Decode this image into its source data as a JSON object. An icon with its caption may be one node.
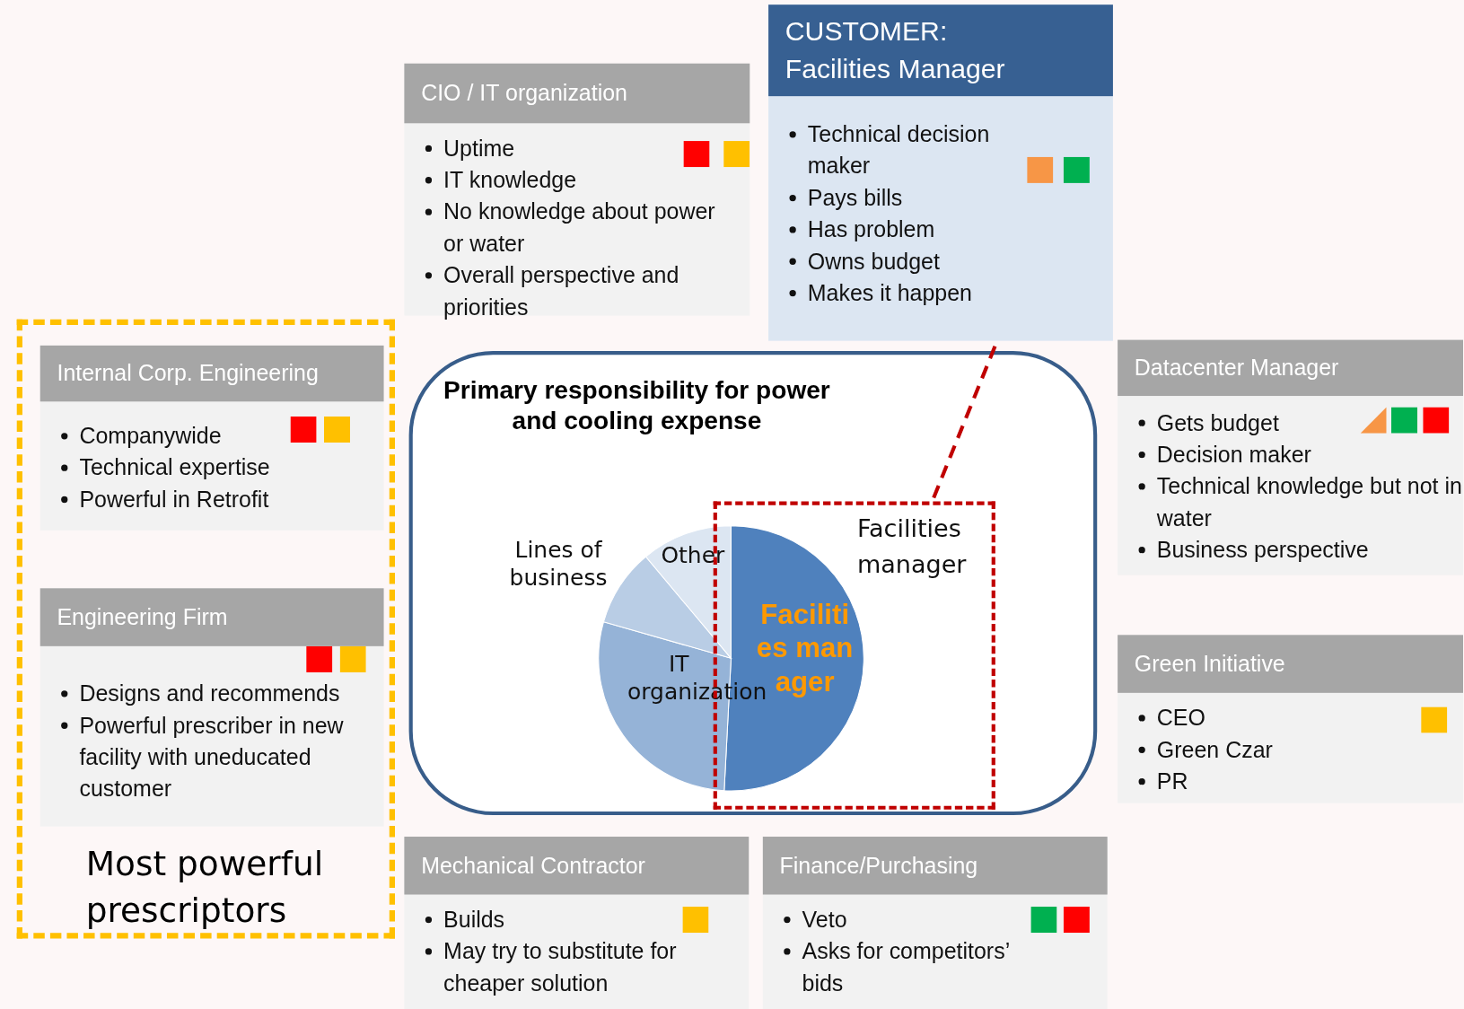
{
  "diagram": {
    "nodes": [
      {
        "text": [
          "CIO / IT organization",
          "Uptime",
          "IT knowledge",
          "No knowledge about power or water",
          "Overall perspective and priorities"
        ]
      },
      {
        "text": [
          "CUSTOMER: Facilities Manager",
          "Technical decision maker",
          "Pays bills",
          "Has problem",
          "Owns budget",
          "Makes it happen"
        ]
      },
      {
        "text": [
          "Most powerful prescriptors"
        ]
      },
      {
        "text": [
          "Internal Corp. Engineering",
          "Companywide",
          "Technical expertise",
          "Powerful in Retrofit"
        ],
        "in": 2
      },
      {
        "text": [
          "Engineering Firm",
          "Designs and recommends",
          "Powerful prescriber in new facility with uneducated customer"
        ],
        "in": 2
      },
      {
        "text": [
          "Primary responsibility for power and cooling expense"
        ]
      },
      {
        "text": [
          "Facilities manager"
        ],
        "in": 5
      },
      {
        "text": [
          "Datacenter Manager",
          "Gets budget",
          "Decision maker",
          "Technical knowledge but not in water",
          "Business perspective"
        ]
      },
      {
        "text": [
          "Green Initiative",
          "CEO",
          "Green Czar",
          "PR"
        ]
      },
      {
        "text": [
          "Mechanical Contractor",
          "Builds",
          "May try to substitute for cheaper solution"
        ]
      },
      {
        "text": [
          "Finance/Purchasing",
          "Veto",
          "Asks for competitors’ bids"
        ]
      }
    ],
    "edges": [
      {
        "from": 6,
        "to": 1,
        "arrow": "none",
        "style": "dashed",
        "color": "#c00000"
      }
    ],
    "labels": [
      "Lines of business",
      "Other",
      "IT organization",
      "Facilities manager"
    ]
  }
}
